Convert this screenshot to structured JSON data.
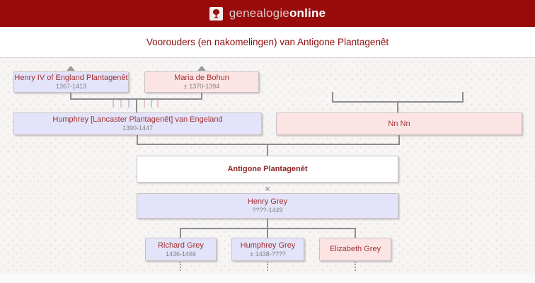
{
  "header": {
    "brand_first": "genealogie",
    "brand_second": "online",
    "bar_color": "#990b0b",
    "logo_icon": "tree-icon"
  },
  "title": "Voorouders (en nakomelingen) van Antigone Plantagenêt",
  "tree": {
    "marriage_symbol": "×",
    "colors": {
      "male_box": "#e3e3fa",
      "female_box": "#fce4e4",
      "focus_box": "#ffffff",
      "name_text": "#a03232",
      "date_text": "#828282",
      "line": "#8c8c8c"
    },
    "persons": [
      {
        "name": "Henry IV of England Plantagenêt",
        "dates": "1367-1413",
        "gender": "male"
      },
      {
        "name": "Maria de Bohun",
        "dates": "± 1370-1394",
        "gender": "female"
      },
      {
        "name": "Humphrey [Lancaster Plantagenêt] van Engeland",
        "dates": "1390-1447",
        "gender": "male"
      },
      {
        "name": "Nn Nn",
        "dates": "",
        "gender": "female"
      },
      {
        "name": "Antigone Plantagenêt",
        "dates": "",
        "gender": "focus"
      },
      {
        "name": "Henry Grey",
        "dates": "????-1449",
        "gender": "male"
      },
      {
        "name": "Richard Grey",
        "dates": "1436-1466",
        "gender": "male"
      },
      {
        "name": "Humphrey Grey",
        "dates": "± 1438-????",
        "gender": "male"
      },
      {
        "name": "Elizabeth Grey",
        "dates": "",
        "gender": "female"
      }
    ]
  }
}
